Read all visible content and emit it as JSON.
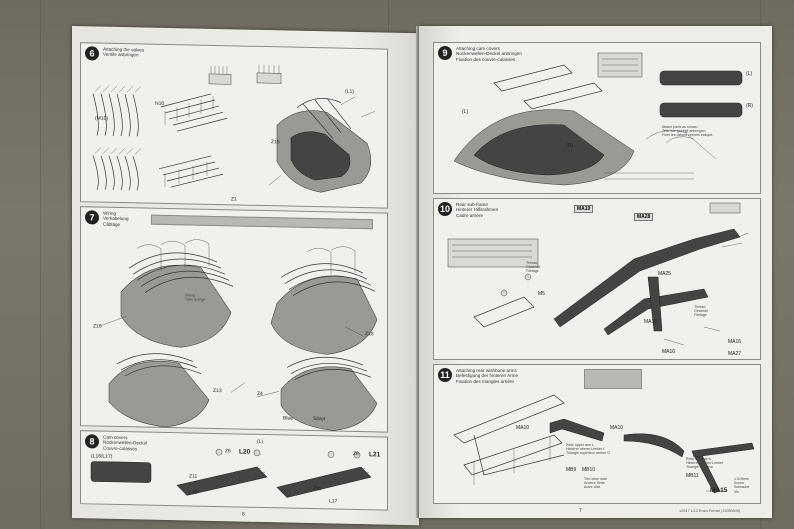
{
  "steps": {
    "s6": {
      "num": "6",
      "title": "Attaching the valves\nVentile anbringen"
    },
    "s7": {
      "num": "7",
      "title": "Wiring\nVerkabelung\nCâblage"
    },
    "s8": {
      "num": "8",
      "title": "Cam covers\nNockenwellen-Deckel\nCouvre-culasses"
    },
    "s9": {
      "num": "9",
      "title": "Attaching cam covers\nNockenwellen-Deckel anbringen\nFixation des couvre-culasses"
    },
    "s10": {
      "num": "10",
      "title": "Rear sub-frame\nHinterer Hilfsrahmen\nCadre arrière"
    },
    "s11": {
      "num": "11",
      "title": "Attaching rear wishbone arms\nBefestigung der hinteren Arme\nFixation des triangles arrière"
    }
  },
  "labels": {
    "m10": "(M10)",
    "n10": "N10",
    "l1": "(L1)",
    "l": "(L)",
    "r": "(R)",
    "z15": "Z15",
    "z1": "Z1",
    "z16": "Z16",
    "z13": "Z13",
    "z4": "Z4",
    "z11": "Z11",
    "z6": "Z6",
    "l20": "L20",
    "l21": "L21",
    "l18": "L18",
    "l19": "L19",
    "l16l17": "(L16/L17)",
    "l17": "L17",
    "ma10": "MA10",
    "ma25": "MA25",
    "ma28": "MA28",
    "ma16": "MA16",
    "ma27": "MA27",
    "m5": "M5",
    "mb9": "MB9",
    "mb10": "MB10",
    "mb11": "MB11",
    "ma15": "MA15",
    "blue": "Blue",
    "silver": "Silver"
  },
  "notes": {
    "wiring_tube": "Wiring\nTube orange",
    "attach_notes": "Attach parts as shown.\nTeile wie gezeigt anbringen.\nFixer les pièces comme indiqué.",
    "thread_a": "Thread\nGewinde\nFiletage",
    "wishbone_a": "Rear upper arm L\nHinterer oberer Lenker L\nTriangle supérieur arrière G",
    "wishbone_b": "Rear lower arm\nHinterer unterer Lenker\nTriangle inférieur arrière",
    "other_side": "The other side\nAndere Seite\nAutre côté",
    "screw_note": "1.5×5mm\nScrew\nSchraube\nVis",
    "front_note": "Rear lower arm\nHinterer unterer Lenker\nTriangle inférieur"
  },
  "folio": {
    "left": "6",
    "right": "7"
  },
  "footer": {
    "code": "12047  1/12 Enzo Ferrari (11050849)"
  }
}
